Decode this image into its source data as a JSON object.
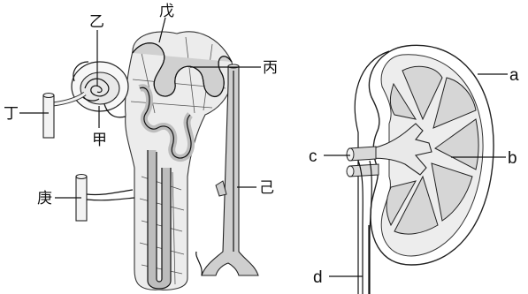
{
  "nephron": {
    "labels": {
      "yi": "乙",
      "wu": "戊",
      "bing": "丙",
      "ding": "丁",
      "jia": "甲",
      "geng": "庚",
      "ji": "己"
    }
  },
  "kidney": {
    "labels": {
      "a": "a",
      "b": "b",
      "c": "c",
      "d": "d"
    }
  }
}
